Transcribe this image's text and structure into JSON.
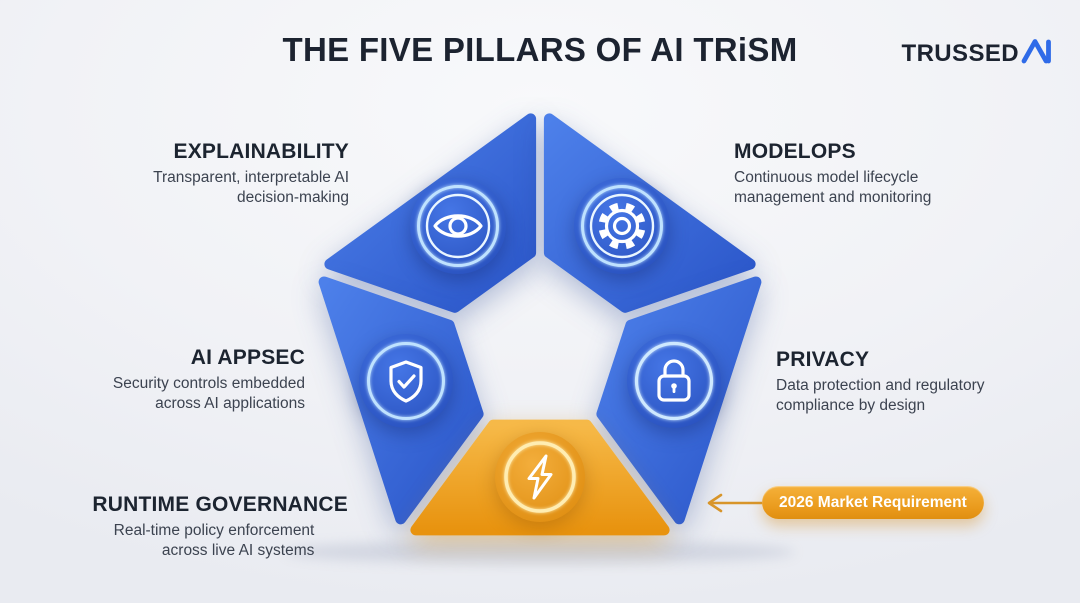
{
  "header": {
    "title": "THE FIVE PILLARS OF AI TRiSM",
    "logo_text": "TRUSSED",
    "logo_mark": "AI"
  },
  "pillars": [
    {
      "key": "explainability",
      "label": "EXPLAINABILITY",
      "description": "Transparent, interpretable AI decision-making",
      "icon": "eye-icon",
      "color": "#3566dc"
    },
    {
      "key": "modelops",
      "label": "MODELOPS",
      "description": "Continuous model lifecycle management and monitoring",
      "icon": "gear-icon",
      "color": "#3566dc"
    },
    {
      "key": "ai-appsec",
      "label": "AI APPSEC",
      "description": "Security controls embedded across AI applications",
      "icon": "shield-check-icon",
      "color": "#3566dc"
    },
    {
      "key": "privacy",
      "label": "PRIVACY",
      "description": "Data protection and regulatory compliance by design",
      "icon": "lock-icon",
      "color": "#3566dc"
    },
    {
      "key": "runtime-governance",
      "label": "RUNTIME GOVERNANCE",
      "description": "Real-time policy enforcement across live AI systems",
      "icon": "lightning-bolt-icon",
      "color": "#efa426",
      "highlighted": true
    }
  ],
  "callout": {
    "label": "2026 Market Requirement",
    "target": "runtime-governance"
  },
  "colors": {
    "background": "#f2f3f6",
    "segment_blue": "#3566dc",
    "segment_blue_dark": "#274fc0",
    "segment_orange": "#efa426",
    "segment_orange_dark": "#e08d0e",
    "ring_blue": "#bfe2ff",
    "ring_orange": "#ffecb3",
    "title_text": "#1c2330",
    "body_text": "#3c4350",
    "logo_accent": "#2f6be8",
    "callout_text": "#ffffff"
  }
}
